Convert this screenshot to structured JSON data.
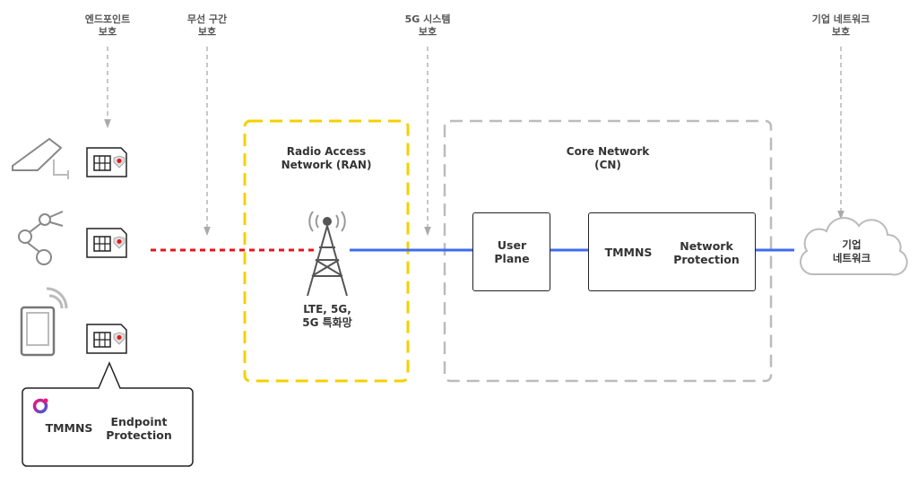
{
  "top_labels": {
    "endpoint": "엔드포인트\n보호",
    "wireless": "무선 구간\n보호",
    "system5g": "5G 시스템\n보호",
    "enterprise": "기업 네트워크\n보호"
  },
  "ran": {
    "title": "Radio Access\nNetwork (RAN)",
    "tower_label": "LTE, 5G,\n5G 특화망"
  },
  "core": {
    "title": "Core Network\n(CN)",
    "user_plane": "User\nPlane",
    "tmmns": "TMMNS",
    "network_protection": "Network\nProtection"
  },
  "cloud": {
    "label": "기업\n네트워크"
  },
  "endpoint_bubble": {
    "tmmns": "TMMNS",
    "endpoint_protection": "Endpoint\nProtection"
  },
  "colors": {
    "ran_border": "#f5d000",
    "core_border": "#bbbbbb",
    "wireless_link": "#e8141b",
    "wired_link": "#3d6cf5"
  }
}
